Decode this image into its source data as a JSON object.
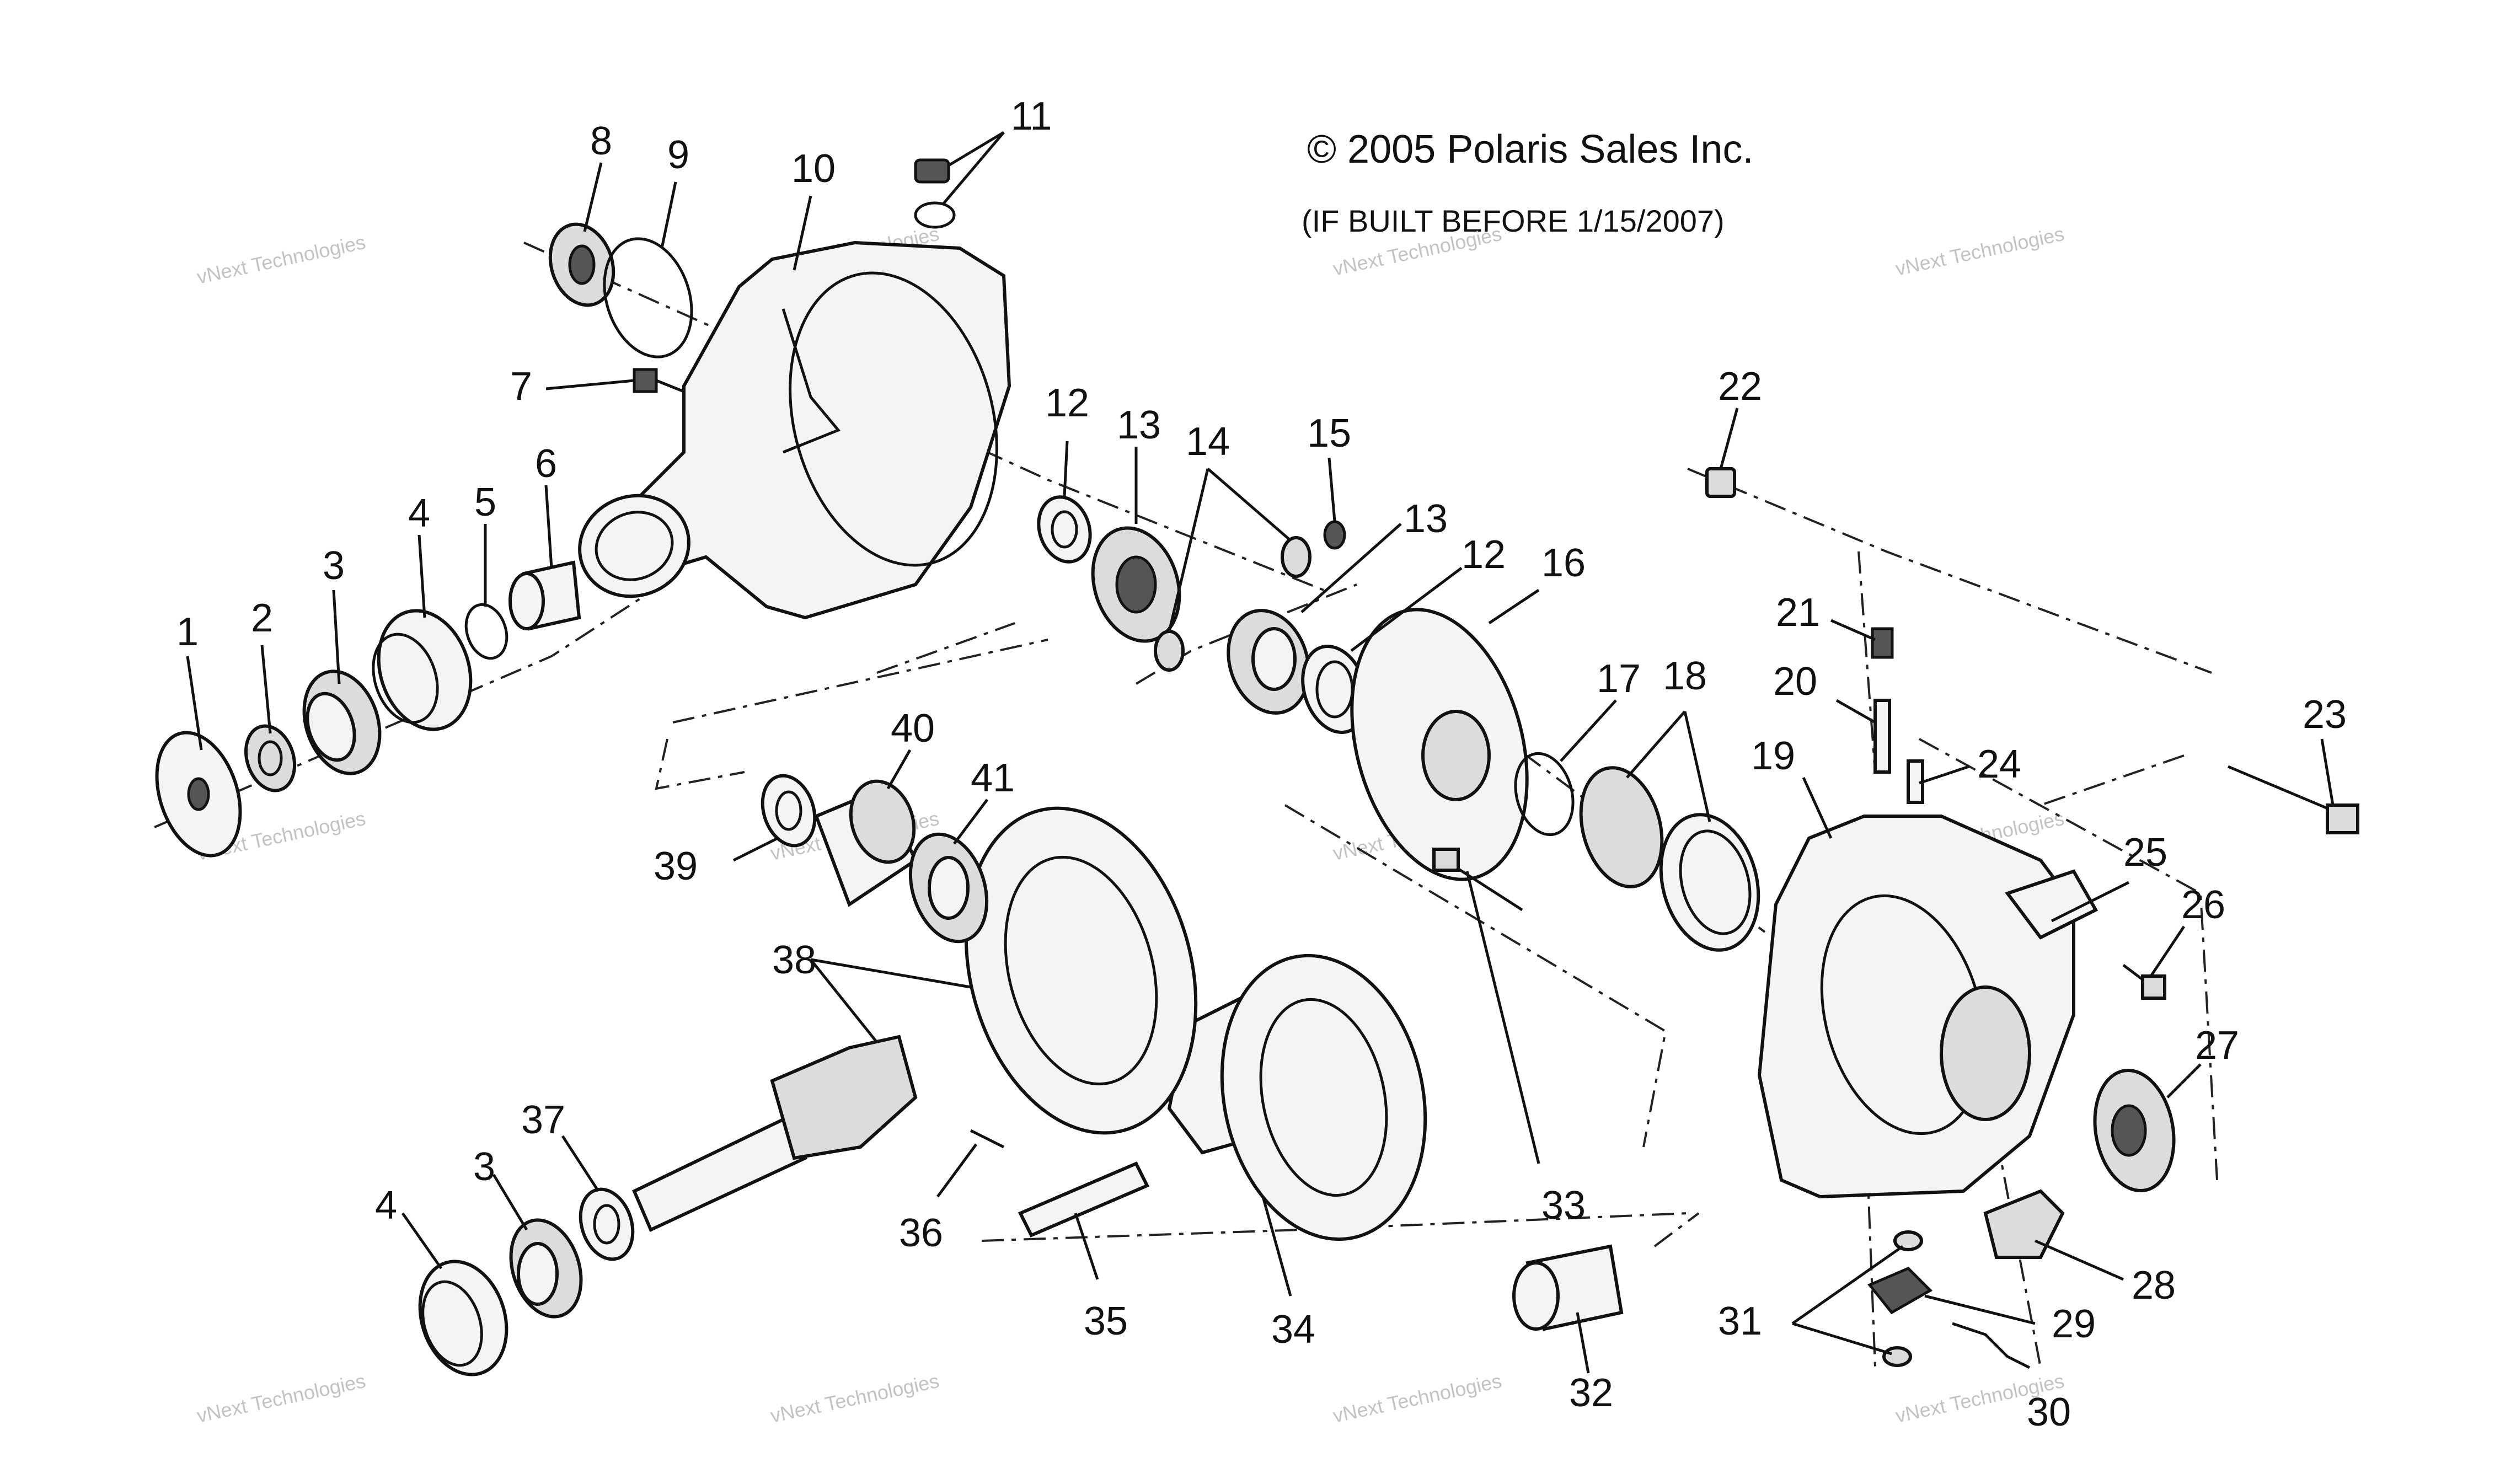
{
  "copyright": "© 2005 Polaris Sales Inc.",
  "note": "(IF BUILT BEFORE 1/15/2007)",
  "watermark": "vNext Technologies",
  "callouts": [
    "1",
    "2",
    "3",
    "4",
    "5",
    "6",
    "7",
    "8",
    "9",
    "10",
    "11",
    "12",
    "13",
    "14",
    "15",
    "12",
    "13",
    "16",
    "17",
    "18",
    "19",
    "20",
    "21",
    "22",
    "23",
    "24",
    "25",
    "26",
    "27",
    "28",
    "29",
    "30",
    "31",
    "32",
    "33",
    "34",
    "35",
    "36",
    "37",
    "3",
    "4",
    "38",
    "39",
    "40",
    "41"
  ],
  "colors": {
    "ink": "#111111",
    "watermark": "#b8b8b8",
    "background": "#ffffff"
  }
}
